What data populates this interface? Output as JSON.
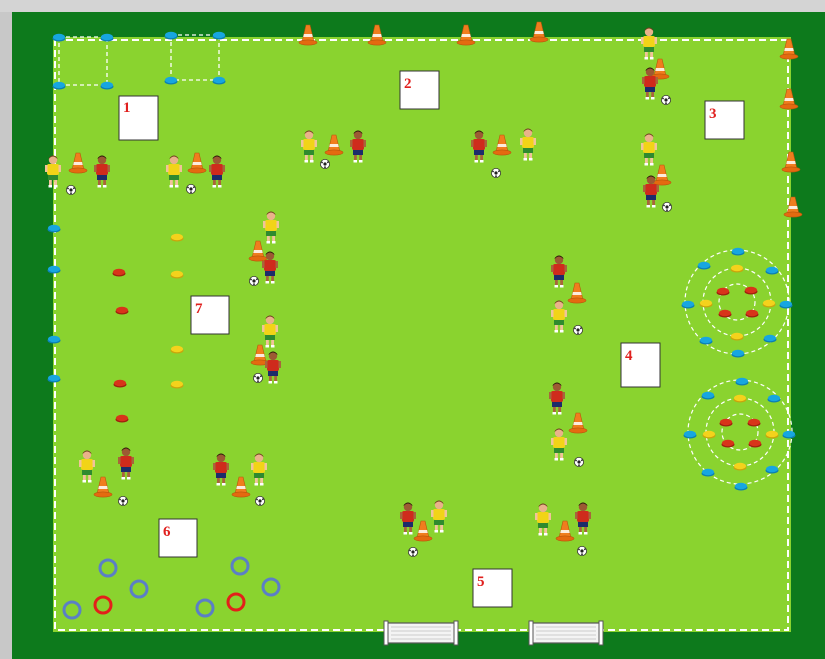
{
  "window": {
    "title": ""
  },
  "colors": {
    "frame": "#c8c8c8",
    "border_green": "#0d7a1c",
    "pitch": "#8ad32f",
    "line": "#ffffff",
    "cone": "#f07d1e",
    "blue_marker": "#17a6e0",
    "yellow_marker": "#f4d21c",
    "red_marker": "#d8341a",
    "ring_red": "#e3201a",
    "ring_blue": "#5b7fc6",
    "team_yellow": "#f2d417",
    "team_red": "#cf2b1c",
    "label_red": "#e0201e"
  },
  "zones": [
    {
      "label": "1"
    },
    {
      "label": "2"
    },
    {
      "label": "3"
    },
    {
      "label": "4"
    },
    {
      "label": "5"
    },
    {
      "label": "6"
    },
    {
      "label": "7"
    }
  ],
  "icons": [
    "traffic-cone-icon",
    "flat-marker-icon",
    "soccer-ball-icon",
    "player-icon",
    "goal-icon",
    "ring-icon"
  ]
}
